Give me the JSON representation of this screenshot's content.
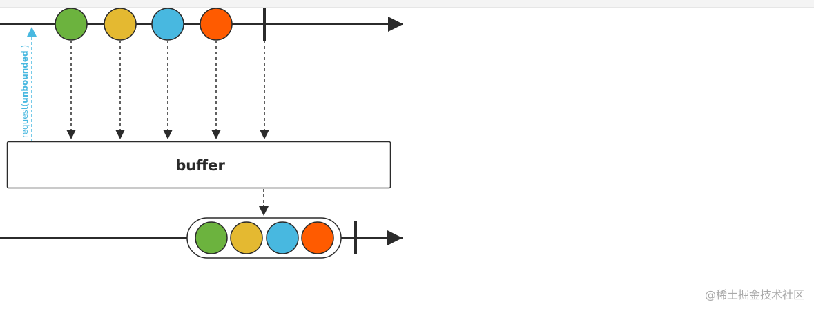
{
  "diagram": {
    "operator_label": "buffer",
    "request_label": {
      "prefix": "request(",
      "emphasis": "unbounded",
      "suffix": " )"
    },
    "input_signals": [
      {
        "name": "green",
        "color": "#6cb33e"
      },
      {
        "name": "yellow",
        "color": "#e4b931"
      },
      {
        "name": "blue",
        "color": "#48b8e0"
      },
      {
        "name": "orange",
        "color": "#ff5b00"
      }
    ],
    "output_group": [
      {
        "name": "green",
        "color": "#6cb33e"
      },
      {
        "name": "yellow",
        "color": "#e4b931"
      },
      {
        "name": "blue",
        "color": "#48b8e0"
      },
      {
        "name": "orange",
        "color": "#ff5b00"
      }
    ]
  },
  "watermark": "@稀土掘金技术社区"
}
